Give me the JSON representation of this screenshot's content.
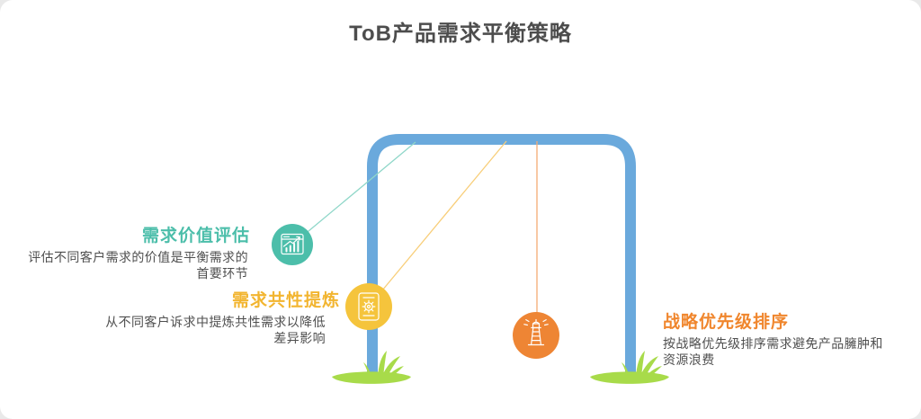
{
  "page_title": "ToB产品需求平衡策略",
  "sections": [
    {
      "id": "demand-value-evaluation",
      "title": "需求价值评估",
      "desc_lines": [
        "评估不同客户需求的价值是平衡需求的",
        "首要环节"
      ],
      "accent_color": "#4CBEAA",
      "icon": "chart-growth-icon"
    },
    {
      "id": "demand-commonality-refining",
      "title": "需求共性提炼",
      "desc_lines": [
        "从不同客户诉求中提炼共性需求以降低",
        "差异影响"
      ],
      "accent_color": "#F2B530",
      "icon": "document-gear-icon"
    },
    {
      "id": "strategic-prioritization",
      "title": "战略优先级排序",
      "desc_lines": [
        "按战略优先级排序需求避免产品臃肿和",
        "资源浪费"
      ],
      "accent_color": "#F0862D",
      "icon": "lighthouse-icon"
    }
  ],
  "colors": {
    "frame_blue": "#6AA9DC",
    "grass_green": "#A8DB4A",
    "teal_circle": "#4CBEAA",
    "yellow_circle": "#F5C43C",
    "orange_circle": "#EE8534",
    "teal_string": "#90D7C9",
    "yellow_string": "#F8CE79",
    "orange_string": "#F3AA74",
    "heading_text": "#4D4D4D",
    "body_text": "#4F4F4F",
    "icon_stroke": "#FFFFFF"
  }
}
